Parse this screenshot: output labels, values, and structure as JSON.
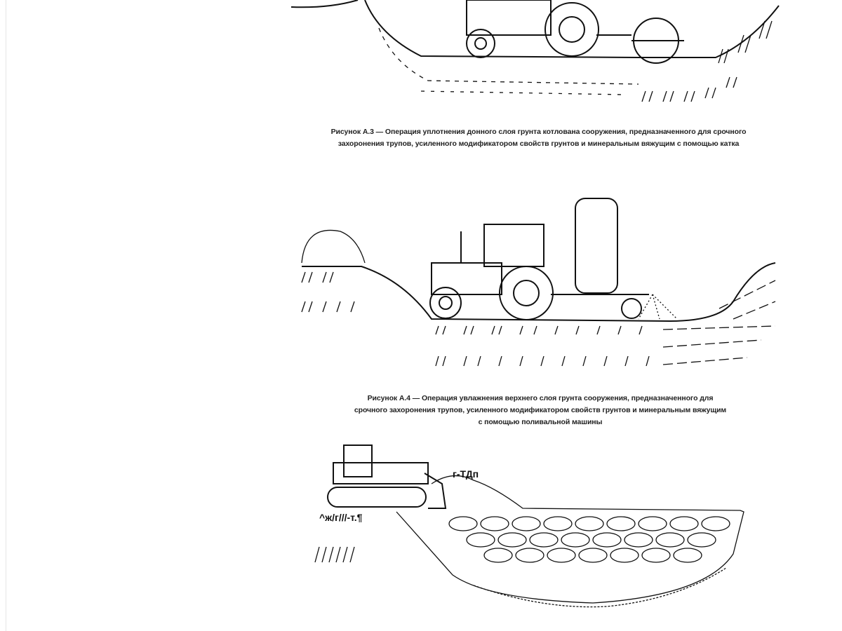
{
  "figures": [
    {
      "caption_lines": [
        "Рисунок А.3 — Операция уплотнения донного слоя грунта котлована сооружения, предназначенного для срочного",
        "захоронения трупов, усиленного модификатором свойств грунтов и минеральным вяжущим с помощью катка"
      ]
    },
    {
      "caption_lines": [
        "Рисунок А.4 — Операция увлажнения верхнего слоя грунта сооружения, предназначенного для",
        "срочного захоронения трупов, усиленного модификатором свойств грунтов и минеральным вяжущим",
        "с помощью поливальной машины"
      ]
    },
    {
      "labels": [
        "г-ТДп",
        "^ж/г///-т.¶"
      ]
    }
  ]
}
